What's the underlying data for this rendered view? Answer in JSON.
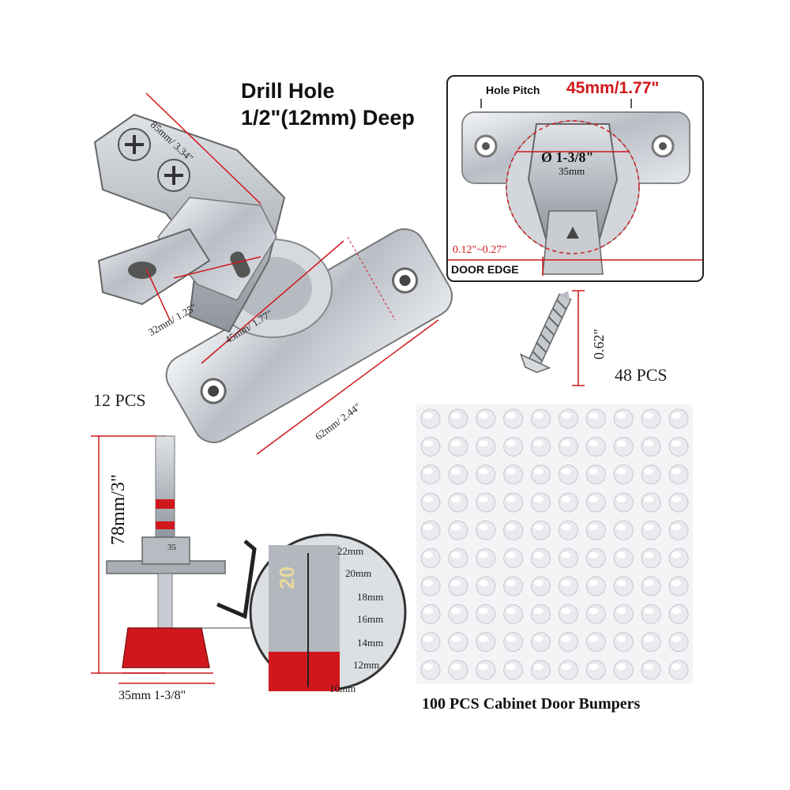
{
  "hinge": {
    "title_line1": "Drill Hole",
    "title_line2": "1/2\"(12mm) Deep",
    "dim_top": "85mm/ 3.34\"",
    "dim_left": "32mm/ 1.25\"",
    "dim_mid": "45mm/ 1.77\"",
    "dim_bottom": "62mm/ 2.44\"",
    "count": "12 PCS"
  },
  "pitch_panel": {
    "hole_pitch_label": "Hole Pitch",
    "hole_pitch_value": "45mm/1.77\"",
    "cup_diameter": "Ø 1-3/8\"",
    "cup_mm": "35mm",
    "edge_offset": "0.12\"~0.27\"",
    "door_edge_label": "DOOR EDGE"
  },
  "screw": {
    "length": "0.62\"",
    "count": "48 PCS"
  },
  "drill_bit": {
    "height": "78mm/3\"",
    "width": "35mm 1-3/8\"",
    "collar_number": "35",
    "scale_number": "20",
    "scale_marks": [
      "22mm",
      "20mm",
      "18mm",
      "16mm",
      "14mm",
      "12mm",
      "10mm"
    ]
  },
  "bumpers": {
    "caption": "100 PCS Cabinet Door Bumpers",
    "rows": 10,
    "cols": 10
  },
  "colors": {
    "accent_red": "#d0181c",
    "steel": "#c8ccd2",
    "dark": "#222222"
  }
}
